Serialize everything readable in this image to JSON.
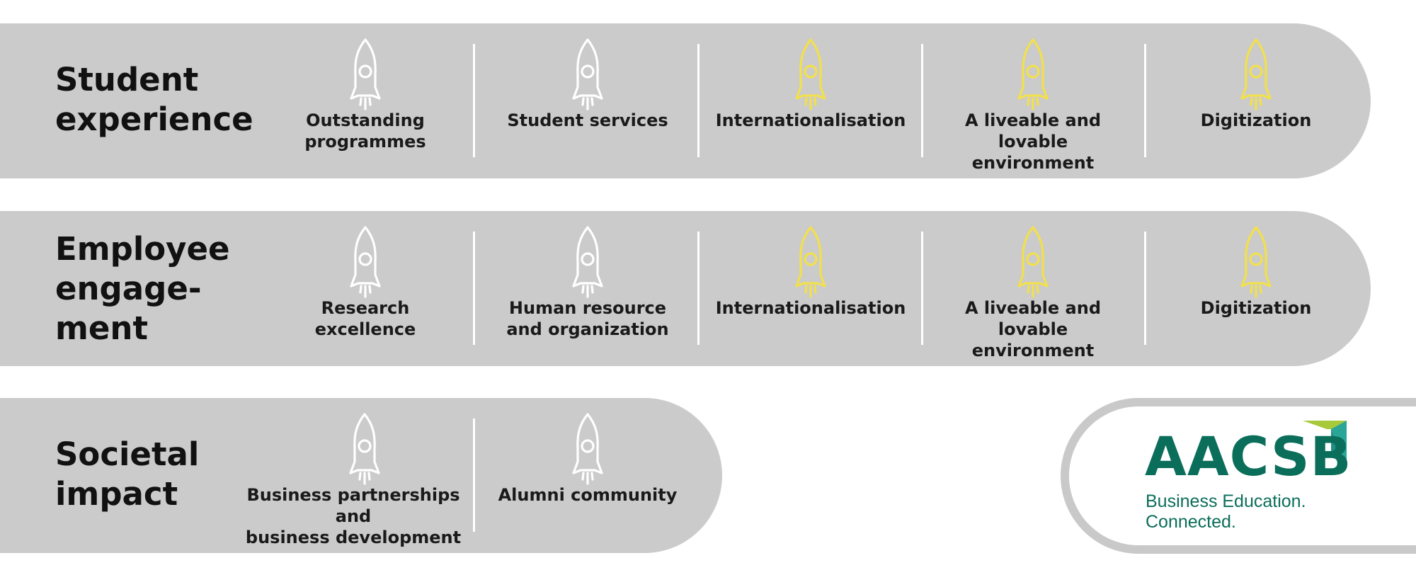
{
  "bands": [
    {
      "title": [
        "Student",
        "experience"
      ],
      "items": [
        {
          "label": [
            "Outstanding",
            "programmes"
          ],
          "icon": "rocket-icon",
          "color": "#ffffff"
        },
        {
          "label": [
            "Student services"
          ],
          "icon": "rocket-icon",
          "color": "#ffffff"
        },
        {
          "label": [
            "Internationalisation"
          ],
          "icon": "rocket-icon",
          "color": "#f2e04b"
        },
        {
          "label": [
            "A liveable and lovable",
            "environment"
          ],
          "icon": "rocket-icon",
          "color": "#f2e04b"
        },
        {
          "label": [
            "Digitization"
          ],
          "icon": "rocket-icon",
          "color": "#f2e04b"
        }
      ]
    },
    {
      "title": [
        "Employee",
        "engage-",
        "ment"
      ],
      "items": [
        {
          "label": [
            "Research excellence"
          ],
          "icon": "rocket-icon",
          "color": "#ffffff"
        },
        {
          "label": [
            "Human resource",
            "and organization"
          ],
          "icon": "rocket-icon",
          "color": "#ffffff"
        },
        {
          "label": [
            "Internationalisation"
          ],
          "icon": "rocket-icon",
          "color": "#f2e04b"
        },
        {
          "label": [
            "A liveable and lovable",
            "environment"
          ],
          "icon": "rocket-icon",
          "color": "#f2e04b"
        },
        {
          "label": [
            "Digitization"
          ],
          "icon": "rocket-icon",
          "color": "#f2e04b"
        }
      ]
    },
    {
      "title": [
        "Societal",
        "impact"
      ],
      "items": [
        {
          "label": [
            "Business partnerships and",
            "business development"
          ],
          "icon": "rocket-icon",
          "color": "#ffffff"
        },
        {
          "label": [
            "Alumni community"
          ],
          "icon": "rocket-icon",
          "color": "#ffffff"
        }
      ]
    }
  ],
  "logo": {
    "wordmark": "AACSB",
    "tagline": [
      "Business Education.",
      "Connected."
    ],
    "brand_color": "#0b6e5a",
    "accent_light": "#a8c93a",
    "accent_teal": "#2aa597"
  }
}
